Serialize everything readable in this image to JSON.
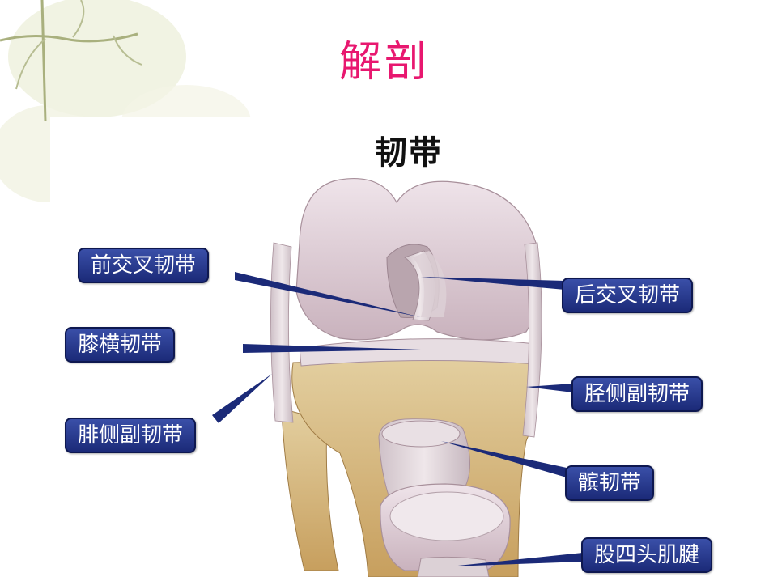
{
  "slide_title": "解剖",
  "figure_title": "韧带",
  "labels": {
    "acl": "前交叉韧带",
    "transverse": "膝横韧带",
    "fibular_collateral": "腓侧副韧带",
    "pcl": "后交叉韧带",
    "tibial_collateral": "胫侧副韧带",
    "patellar": "髌韧带",
    "quadriceps": "股四头肌腱"
  },
  "colors": {
    "title": "#e8176f",
    "label_bg": "#25378c",
    "label_text": "#ffffff"
  }
}
